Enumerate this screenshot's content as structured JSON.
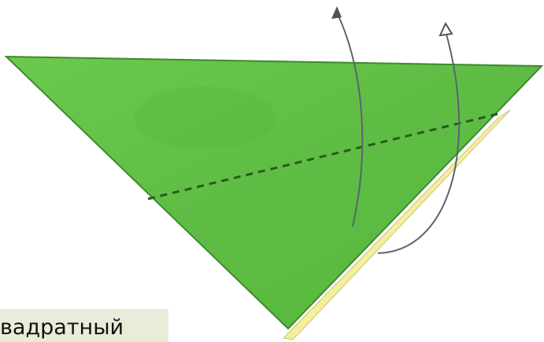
{
  "caption": {
    "text": "вадратный"
  },
  "colors": {
    "paper_green": "#63c446",
    "paper_green_shade": "#4fae36",
    "paper_edge": "#3d8a2c",
    "paper_back": "#f3ef9a",
    "fold_line": "#2a5a1c",
    "arrow": "#5a6470",
    "caption_bg": "#e9ecd9"
  },
  "icons": {
    "arrow_valley": "filled-arrowhead",
    "arrow_mountain": "hollow-arrowhead"
  }
}
